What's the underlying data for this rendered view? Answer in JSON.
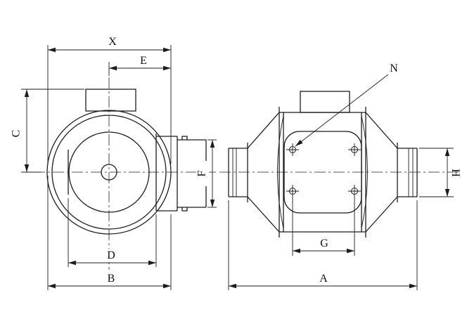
{
  "colors": {
    "line": "#1c1c1c",
    "background": "#ffffff"
  },
  "dimensions": {
    "x": "X",
    "e": "E",
    "c": "C",
    "d": "D",
    "b": "B",
    "f": "F",
    "g": "G",
    "a": "A",
    "h": "H",
    "n": "N"
  }
}
